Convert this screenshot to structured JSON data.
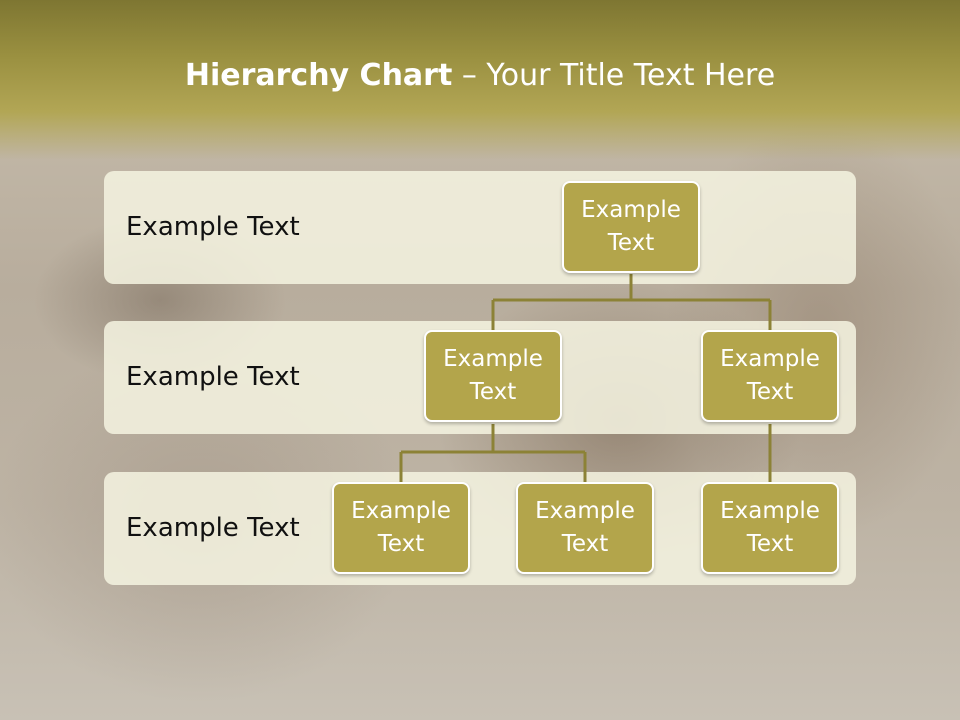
{
  "title": {
    "bold": "Hierarchy Chart",
    "rest": " – Your Title Text Here"
  },
  "rows": [
    {
      "label": "Example Text"
    },
    {
      "label": "Example Text"
    },
    {
      "label": "Example Text"
    }
  ],
  "nodes": {
    "root": "Example Text",
    "level2_left": "Example Text",
    "level2_right": "Example Text",
    "level3_a": "Example Text",
    "level3_b": "Example Text",
    "level3_c": "Example Text"
  },
  "colors": {
    "header": "#9a9040",
    "node": "#b3a54b",
    "connector": "#8c8236",
    "band": "#f5f3e1"
  }
}
